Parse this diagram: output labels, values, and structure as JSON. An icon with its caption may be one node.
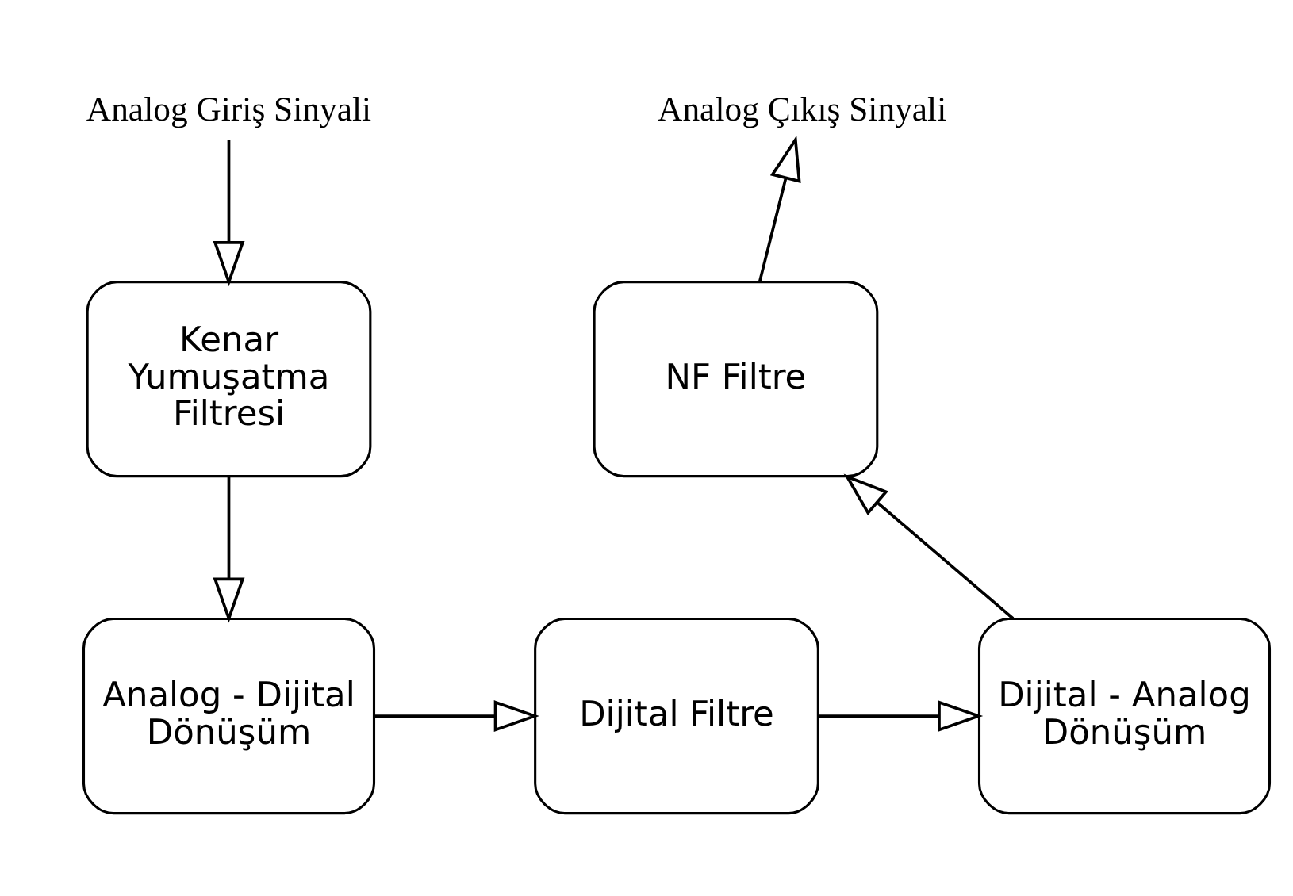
{
  "diagram": {
    "nodes": [
      {
        "text": [
          "Analog Giriş Sinyali"
        ]
      },
      {
        "text": [
          "Kenar Yumuşatma Filtresi"
        ]
      },
      {
        "text": [
          "Analog - Dijital Dönüşüm"
        ]
      },
      {
        "text": [
          "Dijital Filtre"
        ]
      },
      {
        "text": [
          "Dijital - Analog Dönüşüm"
        ]
      },
      {
        "text": [
          "NF Filtre"
        ]
      },
      {
        "text": [
          "Analog Çıkış Sinyali"
        ]
      }
    ],
    "edges": [
      {
        "from": 0,
        "to": 1,
        "arrow": "to"
      },
      {
        "from": 1,
        "to": 2,
        "arrow": "to"
      },
      {
        "from": 2,
        "to": 3,
        "arrow": "to"
      },
      {
        "from": 3,
        "to": 4,
        "arrow": "to"
      },
      {
        "from": 4,
        "to": 5,
        "arrow": "to"
      },
      {
        "from": 5,
        "to": 6,
        "arrow": "to"
      }
    ]
  }
}
